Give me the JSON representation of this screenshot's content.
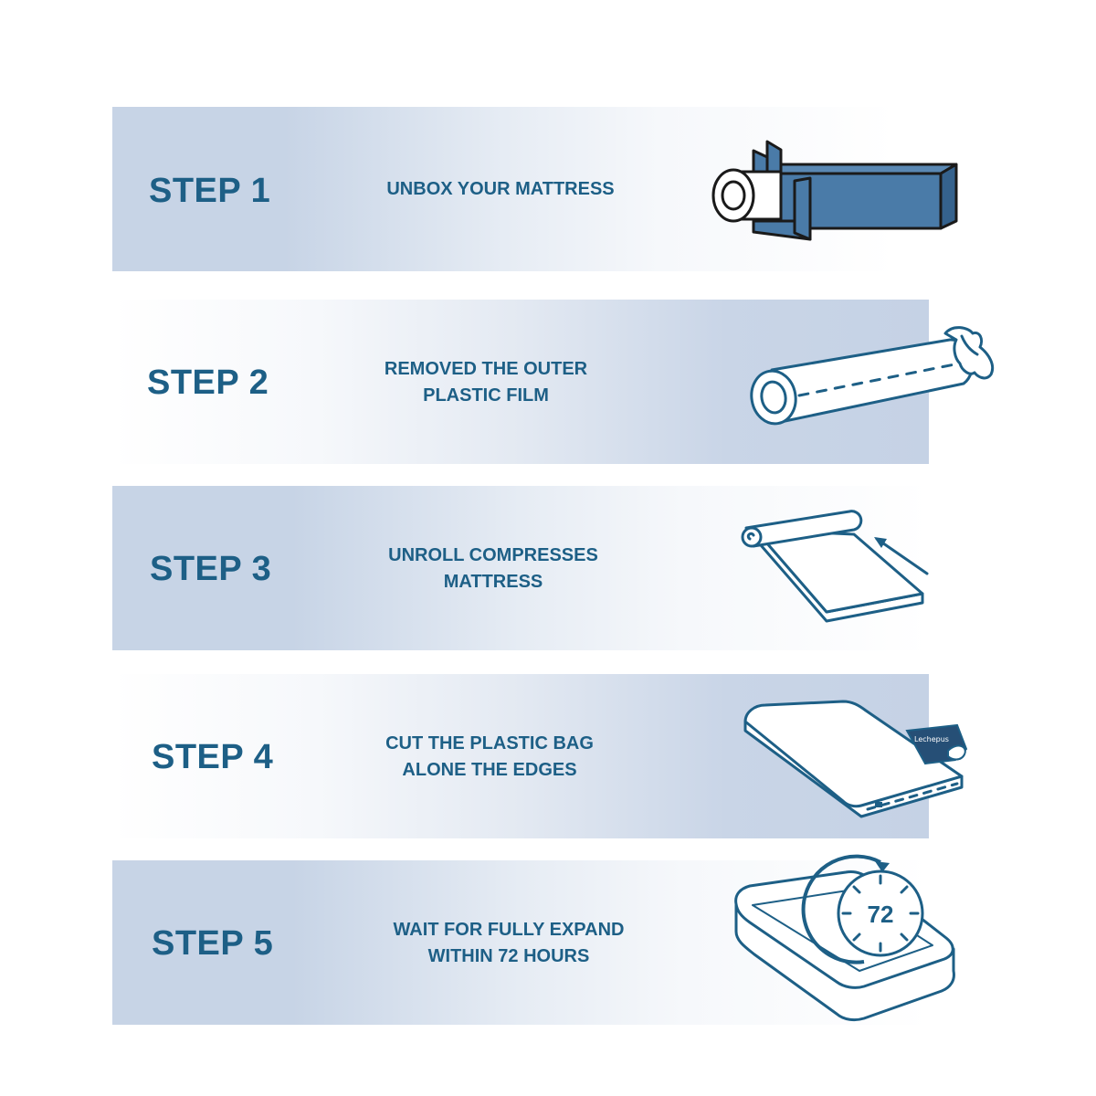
{
  "steps": [
    {
      "label": "STEP 1",
      "lines": [
        "UNBOX YOUR MATTRESS"
      ],
      "icon": "boxed-mattress-roll-icon"
    },
    {
      "label": "STEP 2",
      "lines": [
        "REMOVED THE OUTER",
        "PLASTIC FILM"
      ],
      "icon": "rolled-mattress-hand-icon"
    },
    {
      "label": "STEP 3",
      "lines": [
        "UNROLL COMPRESSES",
        "MATTRESS"
      ],
      "icon": "unroll-mattress-icon"
    },
    {
      "label": "STEP 4",
      "lines": [
        "CUT THE PLASTIC BAG",
        "ALONE THE EDGES"
      ],
      "icon": "cut-plastic-bag-icon"
    },
    {
      "label": "STEP 5",
      "lines": [
        "WAIT FOR FULLY EXPAND",
        "WITHIN 72 HOURS"
      ],
      "icon": "expand-timer-icon"
    }
  ],
  "cutter_brand": "Lechepus",
  "timer_hours": "72",
  "colors": {
    "accent": "#1d5f86",
    "box_blue": "#4a7ba8",
    "band_blue": "#c7d4e6"
  }
}
